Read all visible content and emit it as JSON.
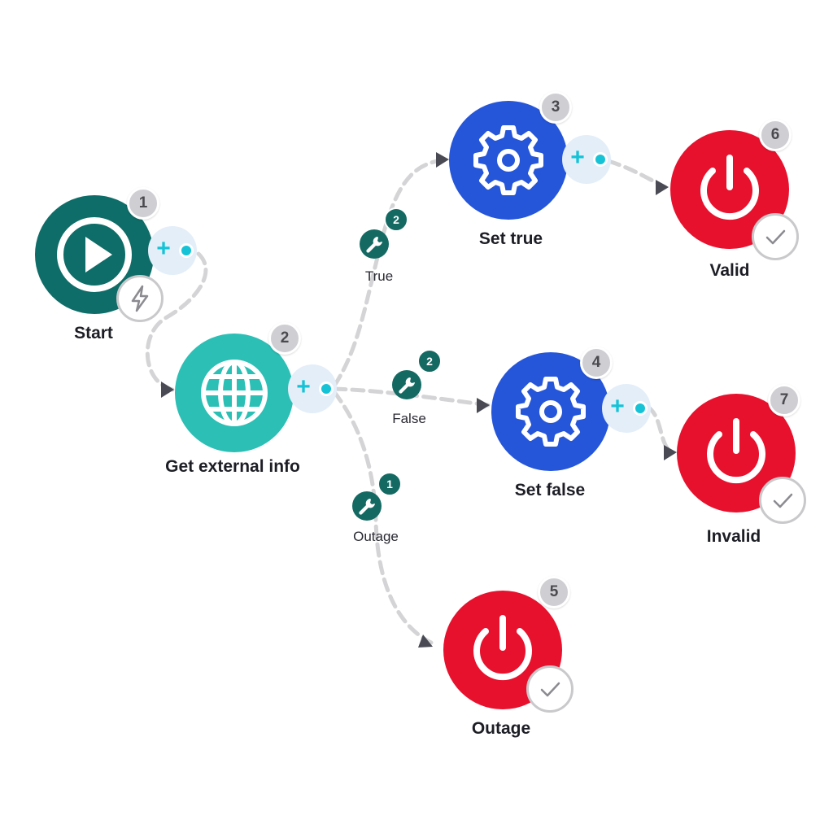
{
  "nodes": {
    "start": {
      "number": "1",
      "label": "Start",
      "color": "#0e6d68",
      "icon": "play-icon"
    },
    "get_external_info": {
      "number": "2",
      "label": "Get external info",
      "color": "#2bbfb5",
      "icon": "globe-icon"
    },
    "set_true": {
      "number": "3",
      "label": "Set true",
      "color": "#2556da",
      "icon": "gear-icon"
    },
    "set_false": {
      "number": "4",
      "label": "Set false",
      "color": "#2556da",
      "icon": "gear-icon"
    },
    "outage": {
      "number": "5",
      "label": "Outage",
      "color": "#e8112d",
      "icon": "power-icon"
    },
    "valid": {
      "number": "6",
      "label": "Valid",
      "color": "#e8112d",
      "icon": "power-icon"
    },
    "invalid": {
      "number": "7",
      "label": "Invalid",
      "color": "#e8112d",
      "icon": "power-icon"
    }
  },
  "routes": {
    "true": {
      "label": "True",
      "count": "2",
      "icon": "wrench-icon"
    },
    "false": {
      "label": "False",
      "count": "2",
      "icon": "wrench-icon"
    },
    "outage": {
      "label": "Outage",
      "count": "1",
      "icon": "wrench-icon"
    }
  },
  "addon_symbol": "+",
  "colors": {
    "badge": "#cfcfd3",
    "connector": "#16c3d6",
    "route_icon": "#146a63",
    "edge": "#d4d4d6",
    "arrow": "#4a4a55"
  }
}
